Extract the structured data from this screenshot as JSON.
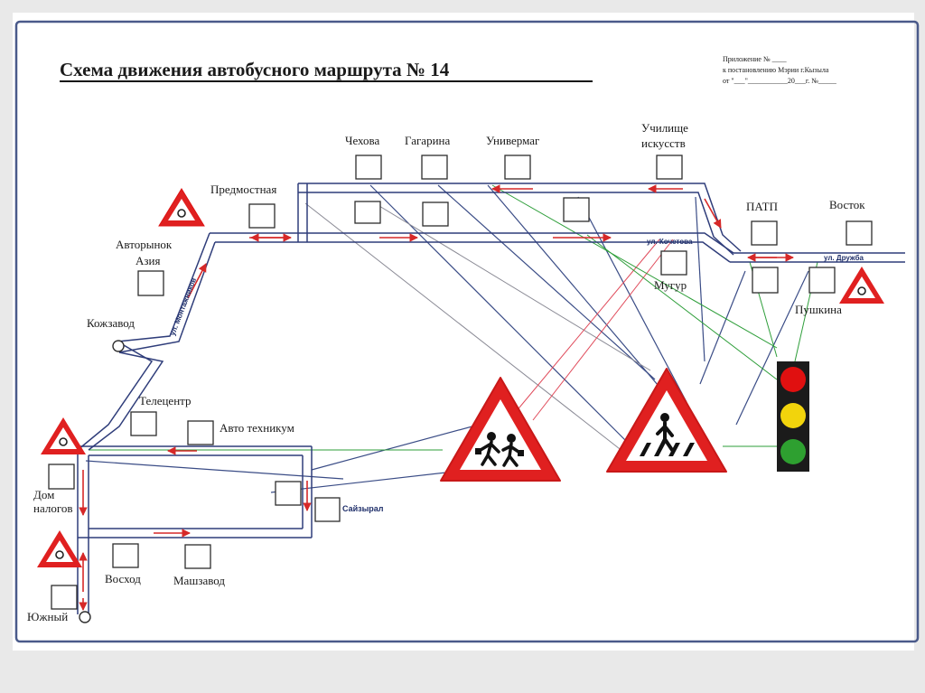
{
  "title": "Схема движения автобусного маршрута № 14",
  "appendix": {
    "line1": "Приложение № ____",
    "line2": "к постановлению Мэрии г.Кызыла",
    "line3": "от \"___\"___________20___г. №_____"
  },
  "stops": {
    "chekhova": "Чехова",
    "gagarina": "Гагарина",
    "univermag": "Универмаг",
    "uchilishche_1": "Училище",
    "uchilishche_2": "искусств",
    "predmostnaya": "Предмостная",
    "patp": "ПАТП",
    "vostok": "Восток",
    "avtorynok_1": "Авторынок",
    "avtorynok_2": "Азия",
    "mugur": "Мугур",
    "pushkina": "Пушкина",
    "kozhzavod": "Кожзавод",
    "telecentr": "Телецентр",
    "avtotekhnikum": "Авто техникум",
    "dom_nalogov_1": "Дом",
    "dom_nalogov_2": "налогов",
    "sayzyral": "Сайзырал",
    "voskhod": "Восход",
    "mashzavod": "Машзавод",
    "yuzhny": "Южный"
  },
  "streets": {
    "monteurov": "ул. Монтажников",
    "kochetova": "ул. Кочетова",
    "druzhba": "ул. Дружба"
  },
  "colors": {
    "road": "#2f3d7a",
    "arrow": "#d62828",
    "sign_red": "#e02020",
    "green_line": "#2e9e3a",
    "traffic_red": "#e01010",
    "traffic_yellow": "#f2d40c",
    "traffic_green": "#2ea030"
  }
}
